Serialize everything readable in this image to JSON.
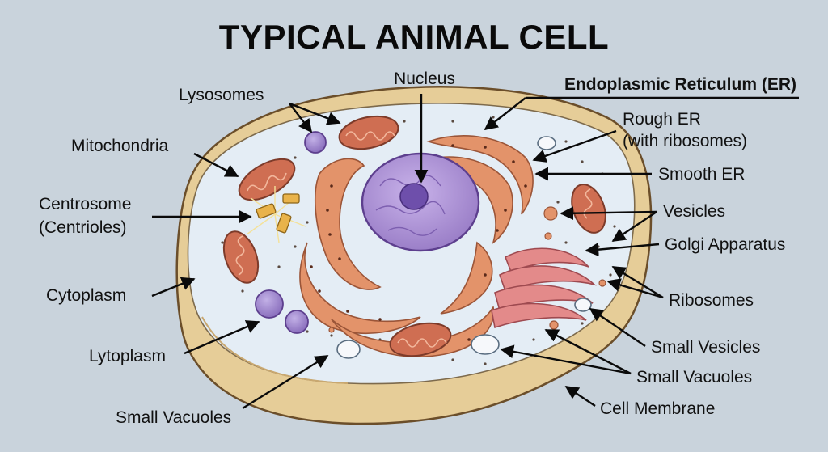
{
  "title": "TYPICAL ANIMAL CELL",
  "labels": {
    "nucleus": "Nucleus",
    "er_heading": "Endoplasmic Reticulum (ER)",
    "lysosomes": "Lysosomes",
    "mitochondria": "Mitochondria",
    "centrosome_line1": "Centrosome",
    "centrosome_line2": "(Centrioles)",
    "cytoplasm": "Cytoplasm",
    "lytoplasm": "Lytoplasm",
    "small_vacuoles_left": "Small Vacuoles",
    "rough_er_line1": "Rough ER",
    "rough_er_line2": "(with ribosomes)",
    "smooth_er": "Smooth ER",
    "vesicles": "Vesicles",
    "golgi": "Golgi Apparatus",
    "ribosomes": "Ribosomes",
    "small_vesicles": "Small Vesicles",
    "small_vacuoles_right": "Small Vacuoles",
    "cell_membrane": "Cell Membrane"
  },
  "colors": {
    "background": "#c9d3dc",
    "membrane": "#e8cf9a",
    "cytoplasm": "#e4edf5",
    "nucleus": "#a98fd0",
    "nucleolus": "#7c5cb8",
    "er": "#e3936a",
    "mitochondria": "#cf6e52",
    "lysosome": "#9c84c9"
  }
}
